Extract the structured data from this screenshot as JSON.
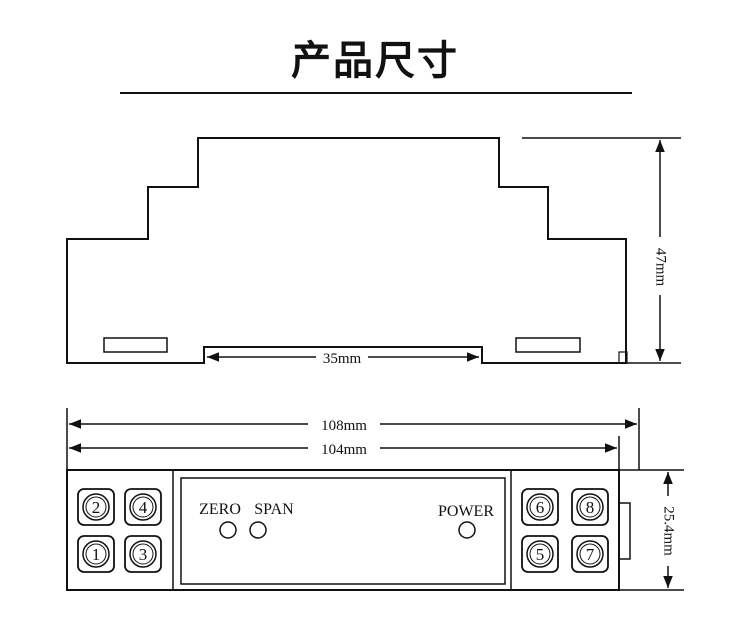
{
  "title": "产品尺寸",
  "side_view": {
    "height_label": "47mm",
    "rail_label": "35mm"
  },
  "front_view": {
    "length_outer_label": "108mm",
    "length_inner_label": "104mm",
    "width_label": "25.4mm",
    "leds": {
      "zero": "ZERO",
      "span": "SPAN",
      "power": "POWER"
    },
    "terminals_left": [
      "2",
      "4",
      "1",
      "3"
    ],
    "terminals_right": [
      "6",
      "8",
      "5",
      "7"
    ]
  },
  "colors": {
    "line": "#111111",
    "background": "#ffffff"
  }
}
